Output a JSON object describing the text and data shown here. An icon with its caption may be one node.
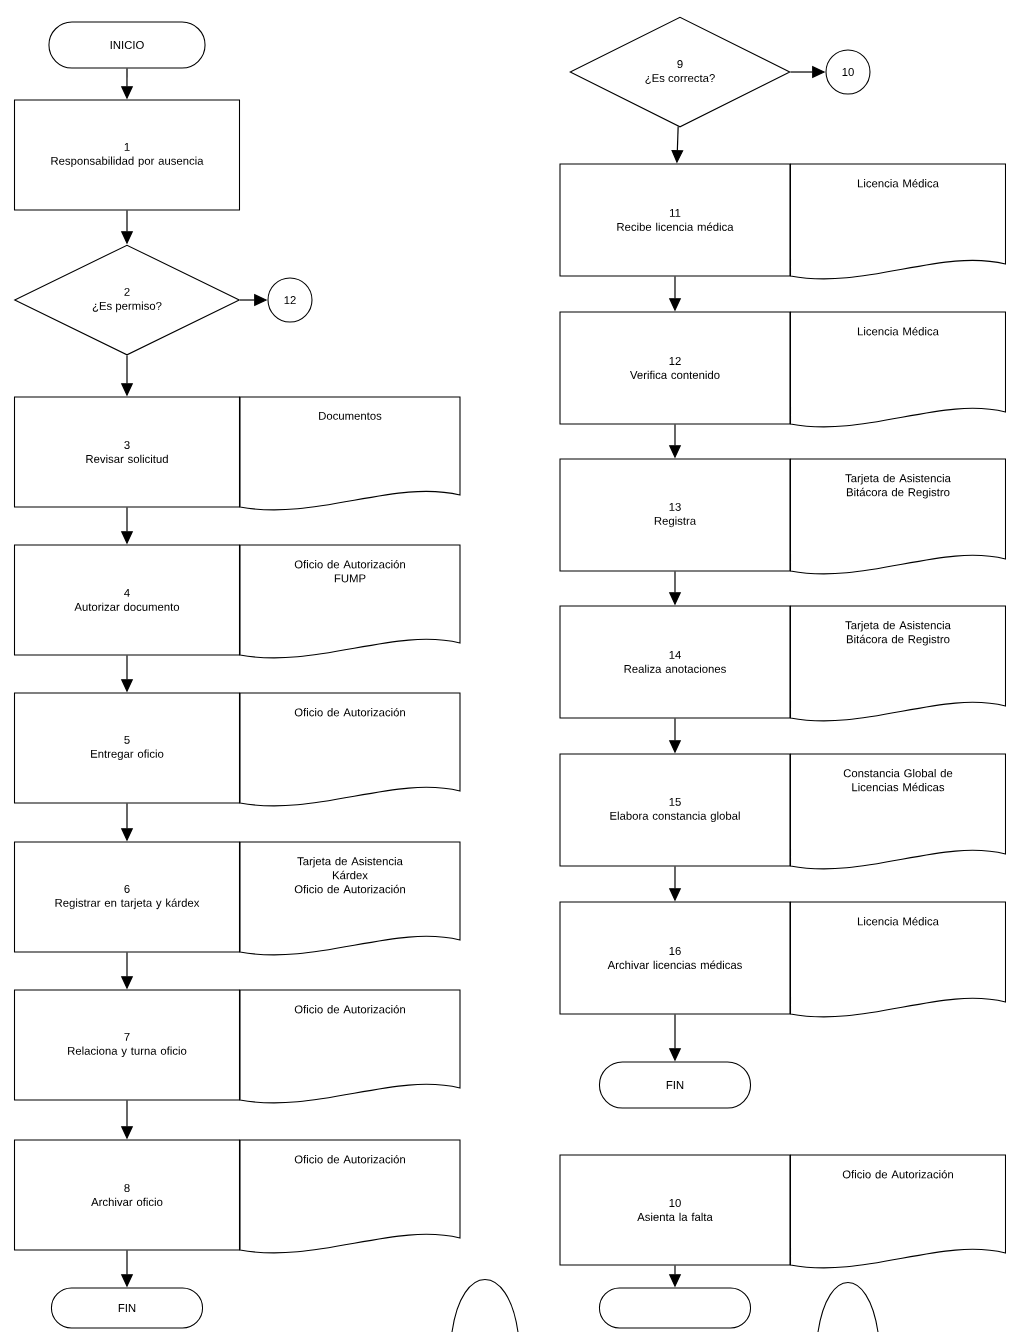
{
  "diagram": {
    "nodes": [
      {
        "text": [
          "INICIO"
        ]
      },
      {
        "text": [
          "1",
          "Responsabilidad por ausencia"
        ]
      },
      {
        "text": [
          "2",
          "¿Es permiso?"
        ]
      },
      {
        "text": [
          "12"
        ]
      },
      {
        "text": [
          "3",
          "Revisar solicitud"
        ]
      },
      {
        "text": [
          "Documentos"
        ]
      },
      {
        "text": [
          "4",
          "Autorizar documento"
        ]
      },
      {
        "text": [
          "Oficio de Autorización",
          "FUMP"
        ]
      },
      {
        "text": [
          "5",
          "Entregar oficio"
        ]
      },
      {
        "text": [
          "Oficio de Autorización"
        ]
      },
      {
        "text": [
          "6",
          "Registrar en tarjeta y kárdex"
        ]
      },
      {
        "text": [
          "Tarjeta de Asistencia",
          "Kárdex",
          "Oficio de Autorización"
        ]
      },
      {
        "text": [
          "7",
          "Relaciona y turna oficio"
        ]
      },
      {
        "text": [
          "Oficio de Autorización"
        ]
      },
      {
        "text": [
          "8",
          "Archivar oficio"
        ]
      },
      {
        "text": [
          "Oficio de Autorización"
        ]
      },
      {
        "text": [
          "FIN"
        ]
      },
      {
        "text": [
          "9",
          "¿Es correcta?"
        ]
      },
      {
        "text": [
          "10"
        ]
      },
      {
        "text": [
          "11",
          "Recibe licencia médica"
        ]
      },
      {
        "text": [
          "Licencia Médica"
        ]
      },
      {
        "text": [
          "12",
          "Verifica contenido"
        ]
      },
      {
        "text": [
          "Licencia Médica"
        ]
      },
      {
        "text": [
          "13",
          "Registra"
        ]
      },
      {
        "text": [
          "Tarjeta de Asistencia",
          "Bitácora de Registro"
        ]
      },
      {
        "text": [
          "14",
          "Realiza anotaciones"
        ]
      },
      {
        "text": [
          "Tarjeta de Asistencia",
          "Bitácora de Registro"
        ]
      },
      {
        "text": [
          "15",
          "Elabora constancia global"
        ]
      },
      {
        "text": [
          "Constancia Global de Licencias Médicas"
        ]
      },
      {
        "text": [
          "16",
          "Archivar licencias médicas"
        ]
      },
      {
        "text": [
          "Licencia Médica"
        ]
      },
      {
        "text": [
          "FIN"
        ]
      },
      {
        "text": [
          "10",
          "Asienta la falta"
        ]
      },
      {
        "text": [
          "Oficio de Autorización"
        ]
      },
      {
        "text": [],
        "shape": "stadium"
      }
    ],
    "edges": [
      {
        "from": 0,
        "to": 1,
        "arrow": "to"
      },
      {
        "from": 1,
        "to": 2,
        "arrow": "to"
      },
      {
        "from": 2,
        "to": 3,
        "arrow": "to"
      },
      {
        "from": 2,
        "to": 4,
        "arrow": "to"
      },
      {
        "from": 4,
        "to": 6,
        "arrow": "to"
      },
      {
        "from": 6,
        "to": 8,
        "arrow": "to"
      },
      {
        "from": 8,
        "to": 10,
        "arrow": "to"
      },
      {
        "from": 10,
        "to": 12,
        "arrow": "to"
      },
      {
        "from": 12,
        "to": 14,
        "arrow": "to"
      },
      {
        "from": 14,
        "to": 16,
        "arrow": "to"
      },
      {
        "from": 17,
        "to": 18,
        "arrow": "to"
      },
      {
        "from": 17,
        "to": 19,
        "arrow": "to"
      },
      {
        "from": 19,
        "to": 21,
        "arrow": "to"
      },
      {
        "from": 21,
        "to": 23,
        "arrow": "to"
      },
      {
        "from": 23,
        "to": 25,
        "arrow": "to"
      },
      {
        "from": 25,
        "to": 27,
        "arrow": "to"
      },
      {
        "from": 27,
        "to": 29,
        "arrow": "to"
      },
      {
        "from": 29,
        "to": 31,
        "arrow": "to"
      },
      {
        "from": 32,
        "to": 34,
        "arrow": "to"
      }
    ]
  }
}
